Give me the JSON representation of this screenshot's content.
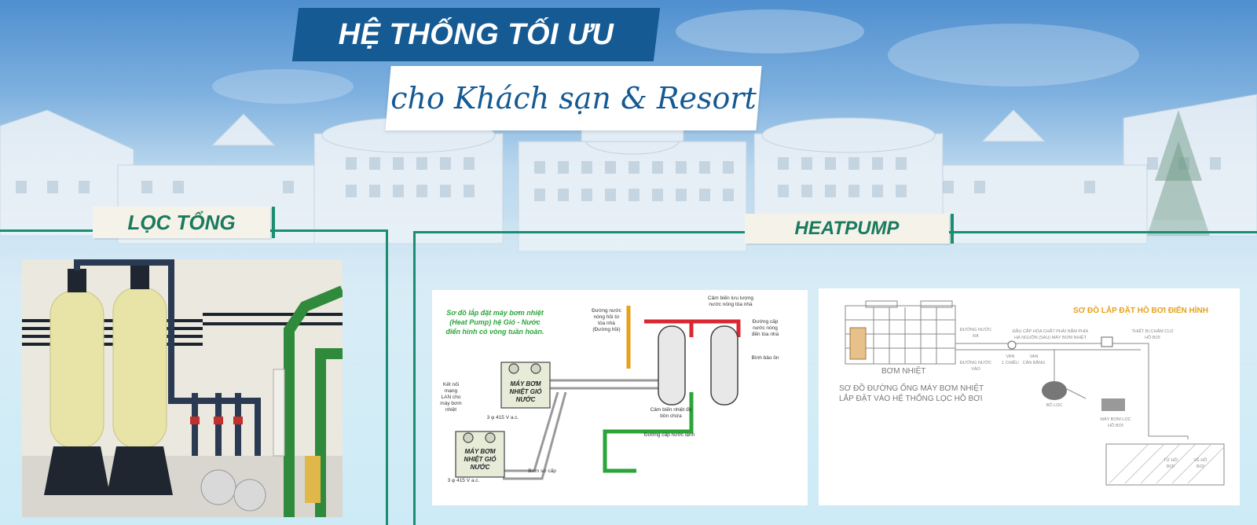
{
  "banner": {
    "title": "HỆ THỐNG TỐI ƯU",
    "subtitle": "cho Khách sạn & Resort"
  },
  "sections": {
    "left_tag": "LỌC TỔNG",
    "right_tag": "HEATPUMP"
  },
  "diagram1": {
    "title_lines": [
      "Sơ đồ lắp đặt máy bơm nhiệt",
      "(Heat Pump) hệ Gió - Nước",
      "điển hình có vòng tuần hoàn."
    ],
    "pump_labels": [
      "MÁY BƠM",
      "NHIỆT GIÓ",
      "NƯỚC"
    ],
    "return_line": [
      "Đường nước",
      "nóng hồi từ",
      "tòa nhà",
      "(Đường hồi)"
    ],
    "flow_sensor": [
      "Cảm biến lưu lượng",
      "nước nóng tòa nhà"
    ],
    "supply_line": [
      "Đường cấp",
      "nước nóng",
      "đến tòa nhà"
    ],
    "tank": "Bình bảo ôn",
    "lan": [
      "Kết nối",
      "mạng",
      "LAN cho",
      "máy bơm",
      "nhiệt"
    ],
    "power": "3 φ 415 V a.c.",
    "temp_sensor": [
      "Cảm biến nhiệt độ",
      "bồn chứa"
    ],
    "cold_supply": "Đường cấp nước lạnh",
    "primary_pump": "Bơm sơ cấp"
  },
  "diagram2": {
    "title": "SƠ ĐỒ LẮP ĐẶT HỒ BƠI ĐIỂN HÌNH",
    "heat_pump": "BƠM NHIỆT",
    "caption_lines": [
      "SƠ ĐỒ ĐƯỜNG ỐNG MÁY BƠM NHIỆT",
      "LẮP ĐẶT VÀO HỆ THỐNG LỌC HỒ BƠI"
    ],
    "water_out": [
      "ĐƯỜNG NƯỚC",
      "RA"
    ],
    "water_in": [
      "ĐƯỜNG NƯỚC",
      "VÀO"
    ],
    "check_valve": [
      "VAN",
      "1 CHIỀU"
    ],
    "balance_valve": [
      "VAN",
      "CÂN BẰNG"
    ],
    "chemical": [
      "ĐẦU CẤP HÓA CHẤT PHẢI NẰM PHÍA",
      "HẠ NGUỒN (SAU) MÁY BƠM NHIỆT"
    ],
    "dosing": [
      "THIẾT BỊ CHÂM CLO",
      "HỒ BƠI"
    ],
    "filter": "BỒ LỌC",
    "filter_pump": [
      "MÁY BƠM LỌC",
      "HỒ BƠI"
    ],
    "from_pool": [
      "TỪ HỒ",
      "BƠI"
    ],
    "to_pool": [
      "VỀ HỒ",
      "BƠI"
    ]
  },
  "colors": {
    "banner_blue": "#155a93",
    "accent_green": "#1a8d72",
    "tag_bg": "#f5f2ea",
    "diagram_orange": "#e7a11a",
    "diagram_red": "#d9282f",
    "diagram_green": "#2aa53a"
  }
}
